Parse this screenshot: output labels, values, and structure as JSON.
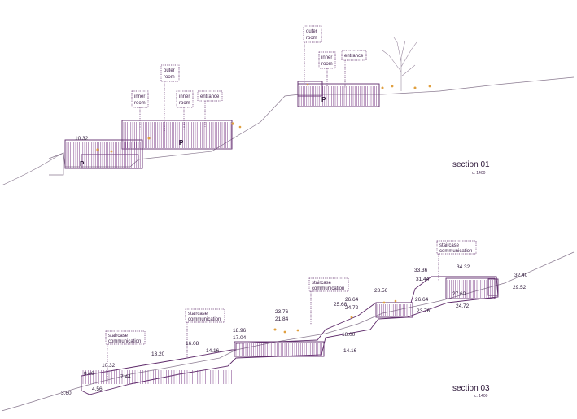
{
  "section01": {
    "title": "section 01",
    "scale": "c. 1400",
    "tags": {
      "inner_room_a": [
        "inner",
        "room"
      ],
      "outer_room_a": [
        "outer",
        "room"
      ],
      "inner_room_b": [
        "inner",
        "room"
      ],
      "entrance_a": [
        "entrance"
      ],
      "outer_room_b": [
        "outer",
        "room"
      ],
      "inner_room_c": [
        "inner",
        "room"
      ],
      "entrance_b": [
        "entrance"
      ]
    },
    "elevation": "10.32",
    "parking_label": "P"
  },
  "section03": {
    "title": "section 03",
    "scale": "c. 1400",
    "staircase": [
      "staircase",
      "communication"
    ],
    "elevations": {
      "e3_60": "3.60",
      "e4_56": "4.56",
      "e7_44": "7.44",
      "e8_40": "8.40",
      "e10_32": "10.32",
      "e13_20": "13.20",
      "e16_08": "16.08",
      "e14_16a": "14.16",
      "e18_96": "18.96",
      "e17_04": "17.04",
      "e23_76a": "23.76",
      "e21_84": "21.84",
      "e18_00": "18.00",
      "e14_16b": "14.16",
      "e25_68": "25.68",
      "e26_64a": "26.64",
      "e24_72a": "24.72",
      "e28_56": "28.56",
      "e23_76b": "23.76",
      "e33_36": "33.36",
      "e31_44": "31.44",
      "e34_32": "34.32",
      "e26_64b": "26.64",
      "e27_60": "27.60",
      "e24_72b": "24.72",
      "e32_40": "32.40",
      "e29_52": "29.52"
    }
  },
  "colors": {
    "structure": "#5e2a6a",
    "hatch": "#7a3a86",
    "ground": "#8a7a90",
    "accent_people": "#e0a040"
  }
}
